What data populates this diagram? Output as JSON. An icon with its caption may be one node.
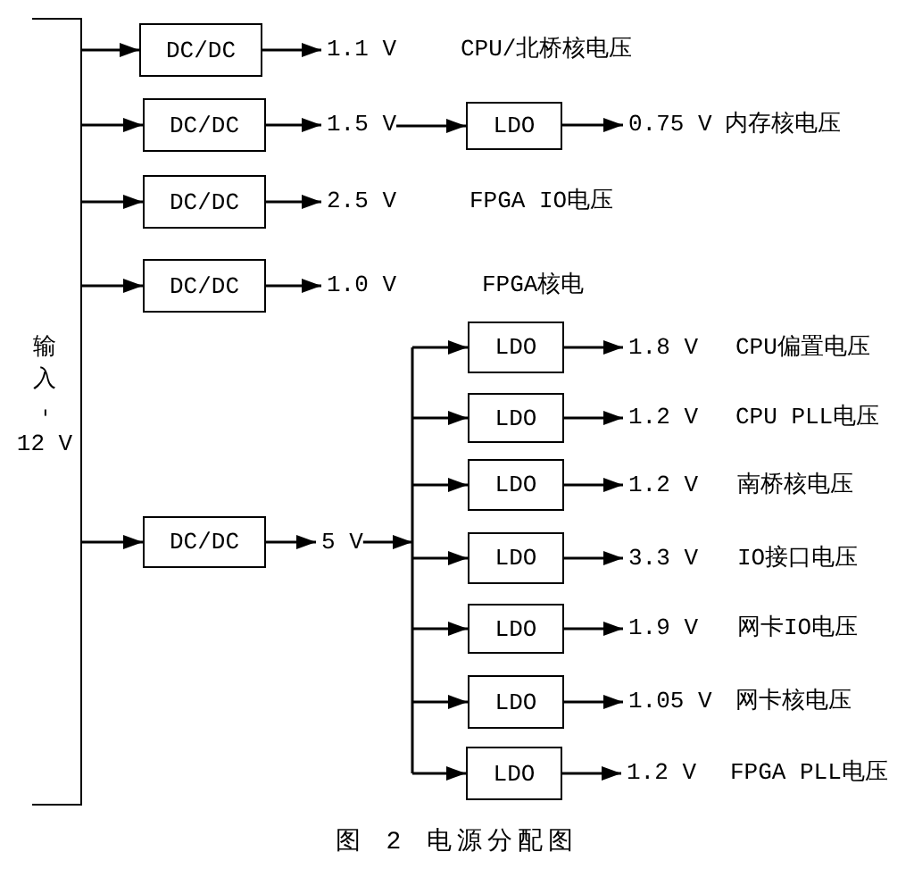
{
  "diagram": {
    "caption": "图 2 电源分配图",
    "nodes": [
      {
        "text": [
          "输入-12 V"
        ]
      },
      {
        "text": [
          "DC/DC"
        ]
      },
      {
        "text": [
          "1.1 V",
          "CPU/北桥核电压"
        ]
      },
      {
        "text": [
          "DC/DC"
        ]
      },
      {
        "text": [
          "1.5 V"
        ]
      },
      {
        "text": [
          "LDO"
        ]
      },
      {
        "text": [
          "0.75 V",
          "内存核电压"
        ]
      },
      {
        "text": [
          "DC/DC"
        ]
      },
      {
        "text": [
          "2.5 V",
          "FPGA IO电压"
        ]
      },
      {
        "text": [
          "DC/DC"
        ]
      },
      {
        "text": [
          "1.0 V",
          "FPGA核电"
        ]
      },
      {
        "text": [
          "DC/DC"
        ]
      },
      {
        "text": [
          "5 V"
        ]
      },
      {
        "text": [
          "LDO"
        ]
      },
      {
        "text": [
          "1.8 V",
          "CPU偏置电压"
        ]
      },
      {
        "text": [
          "LDO"
        ]
      },
      {
        "text": [
          "1.2 V",
          "CPU PLL电压"
        ]
      },
      {
        "text": [
          "LDO"
        ]
      },
      {
        "text": [
          "1.2 V",
          "南桥核电压"
        ]
      },
      {
        "text": [
          "LDO"
        ]
      },
      {
        "text": [
          "3.3 V",
          "IO接口电压"
        ]
      },
      {
        "text": [
          "LDO"
        ]
      },
      {
        "text": [
          "1.9 V",
          "网卡IO电压"
        ]
      },
      {
        "text": [
          "LDO"
        ]
      },
      {
        "text": [
          "1.05 V",
          "网卡核电压"
        ]
      },
      {
        "text": [
          "LDO"
        ]
      },
      {
        "text": [
          "1.2 V",
          "FPGA PLL电压"
        ]
      }
    ],
    "edges": [
      {
        "from": 0,
        "to": 1,
        "arrow": "to"
      },
      {
        "from": 0,
        "to": 3,
        "arrow": "to"
      },
      {
        "from": 0,
        "to": 7,
        "arrow": "to"
      },
      {
        "from": 0,
        "to": 9,
        "arrow": "to"
      },
      {
        "from": 0,
        "to": 11,
        "arrow": "to"
      },
      {
        "from": 1,
        "to": 2,
        "arrow": "to"
      },
      {
        "from": 3,
        "to": 4,
        "arrow": "to"
      },
      {
        "from": 4,
        "to": 5,
        "arrow": "to"
      },
      {
        "from": 5,
        "to": 6,
        "arrow": "to"
      },
      {
        "from": 7,
        "to": 8,
        "arrow": "to"
      },
      {
        "from": 9,
        "to": 10,
        "arrow": "to"
      },
      {
        "from": 11,
        "to": 12,
        "arrow": "to"
      },
      {
        "from": 12,
        "to": 13,
        "arrow": "to"
      },
      {
        "from": 12,
        "to": 15,
        "arrow": "to"
      },
      {
        "from": 12,
        "to": 17,
        "arrow": "to"
      },
      {
        "from": 12,
        "to": 19,
        "arrow": "to"
      },
      {
        "from": 12,
        "to": 21,
        "arrow": "to"
      },
      {
        "from": 12,
        "to": 23,
        "arrow": "to"
      },
      {
        "from": 12,
        "to": 25,
        "arrow": "to"
      },
      {
        "from": 13,
        "to": 14,
        "arrow": "to"
      },
      {
        "from": 15,
        "to": 16,
        "arrow": "to"
      },
      {
        "from": 17,
        "to": 18,
        "arrow": "to"
      },
      {
        "from": 19,
        "to": 20,
        "arrow": "to"
      },
      {
        "from": 21,
        "to": 22,
        "arrow": "to"
      },
      {
        "from": 23,
        "to": 24,
        "arrow": "to"
      },
      {
        "from": 25,
        "to": 26,
        "arrow": "to"
      }
    ]
  }
}
